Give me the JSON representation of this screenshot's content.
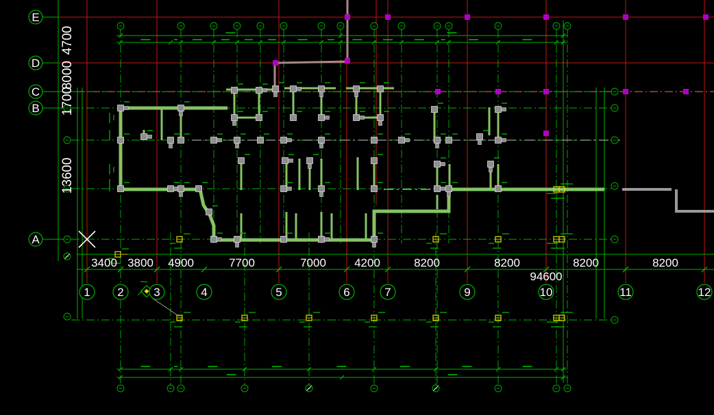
{
  "drawing": {
    "row_axes": [
      "E",
      "D",
      "C",
      "B",
      "A"
    ],
    "row_dimensions": [
      "4700",
      "8000",
      "1700",
      "13600"
    ],
    "column_axes": [
      "1",
      "2",
      "3",
      "4",
      "5",
      "6",
      "7",
      "9",
      "10",
      "11",
      "12"
    ],
    "column_dimensions": [
      "3400",
      "3800",
      "4900",
      "7700",
      "7000",
      "4200",
      "8200",
      "8200",
      "8200",
      "8200"
    ],
    "total_dimension": "94600"
  },
  "colors": {
    "background": "#000000",
    "grid_red": "#c81414",
    "axis_green": "#00b400",
    "dashdot_pink": "#e04848",
    "wall_green": "#7ec467",
    "wall_hatch": "#c8b446",
    "column_gray": "#8e8e8e",
    "column_edge": "#d8d8d8",
    "marker_yellow": "#e6dc00",
    "point_magenta": "#b000c8",
    "line_gray": "#9a9a9a",
    "line_rose": "#a88888",
    "text_white": "#ffffff"
  },
  "icons": {
    "crosshair": "x-cross-icon",
    "axis_bubble": "axis-bubble-icon"
  }
}
